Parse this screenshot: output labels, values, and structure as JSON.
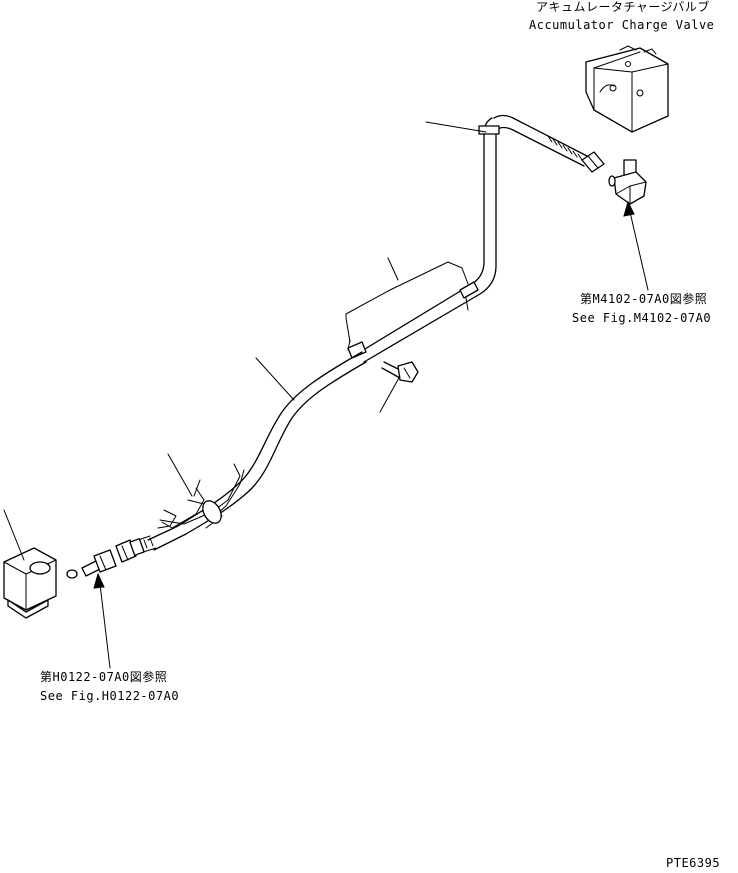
{
  "labels": {
    "valve_jp": "アキュムレータチャージバルブ",
    "valve_en": "Accumulator Charge Valve",
    "ref_upper_jp": "第M4102-07A0図参照",
    "ref_upper_en": "See Fig.M4102-07A0",
    "ref_lower_jp": "第H0122-07A0図参照",
    "ref_lower_en": "See Fig.H0122-07A0",
    "drawing_no": "PTE6395"
  }
}
